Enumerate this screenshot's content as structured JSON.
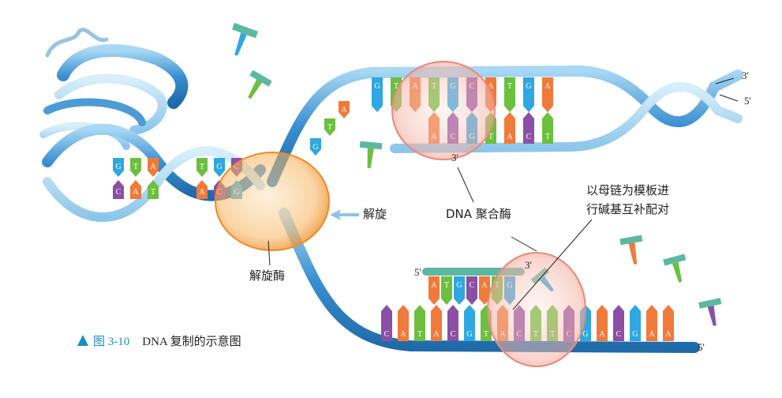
{
  "labels": {
    "unwind": "解旋",
    "helicase": "解旋酶",
    "polymerase": "DNA 聚合酶",
    "template_line1": "以母链为模板进",
    "template_line2": "行碱基互补配对"
  },
  "strand_ends": {
    "top_right_3": "3'",
    "top_right_5": "5'",
    "top_poly_3": "3'",
    "bottom_left_5": "5'",
    "bottom_poly_3": "3'",
    "bottom_right_5": "5'"
  },
  "caption": {
    "figure_number": "图 3-10",
    "title": "DNA 复制的示意图"
  },
  "bases": {
    "top_template": [
      "G",
      "T",
      "A",
      "T",
      "G",
      "C",
      "A",
      "T",
      "G",
      "A"
    ],
    "top_new": [
      "A",
      "C",
      "G",
      "T",
      "A",
      "C",
      "T"
    ],
    "bottom_template": [
      "C",
      "A",
      "T",
      "A",
      "C",
      "G",
      "T",
      "A",
      "C",
      "T",
      "T",
      "C",
      "G",
      "A",
      "C",
      "G",
      "A",
      "A"
    ],
    "bottom_new": [
      "A",
      "T",
      "G",
      "C",
      "A",
      "T",
      "G"
    ]
  },
  "colors": {
    "A": "#ef7a3a",
    "T": "#6cbf3f",
    "G": "#2fa7e0",
    "C": "#8b4fa5",
    "backbone": "#3a8fd1",
    "enzyme_helicase": "#f5a24a",
    "enzyme_polymerase": "#f2a79a",
    "caption_accent": "#1a8fbf"
  }
}
